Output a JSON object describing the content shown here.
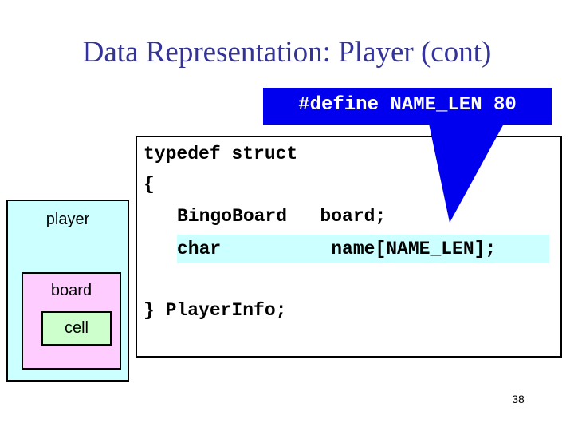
{
  "slide": {
    "title": "Data Representation: Player (cont)",
    "page_number": "38",
    "title_color": "#333399",
    "background": "#ffffff"
  },
  "callout": {
    "text": "#define NAME_LEN 80",
    "background": "#0000ee",
    "text_color": "#ffffff",
    "tail_shape": "downward-triangle-pointer"
  },
  "code_box": {
    "border_color": "#000000",
    "background": "#ffffff",
    "lines": [
      {
        "id": "line1",
        "text": "typedef struct",
        "highlight": false
      },
      {
        "id": "line2",
        "text": "{",
        "highlight": false
      },
      {
        "id": "line3",
        "text": "BingoBoard   board;",
        "highlight": false
      },
      {
        "id": "line4",
        "text": "char          name[NAME_LEN];",
        "highlight": true,
        "highlight_color": "#ccffff"
      },
      {
        "id": "line5",
        "text": "} PlayerInfo;",
        "highlight": false
      }
    ]
  },
  "diagram": {
    "outer": {
      "label": "player",
      "color": "#ccffff"
    },
    "middle": {
      "label": "board",
      "color": "#ffccff"
    },
    "inner": {
      "label": "cell",
      "color": "#ccffcc"
    }
  }
}
